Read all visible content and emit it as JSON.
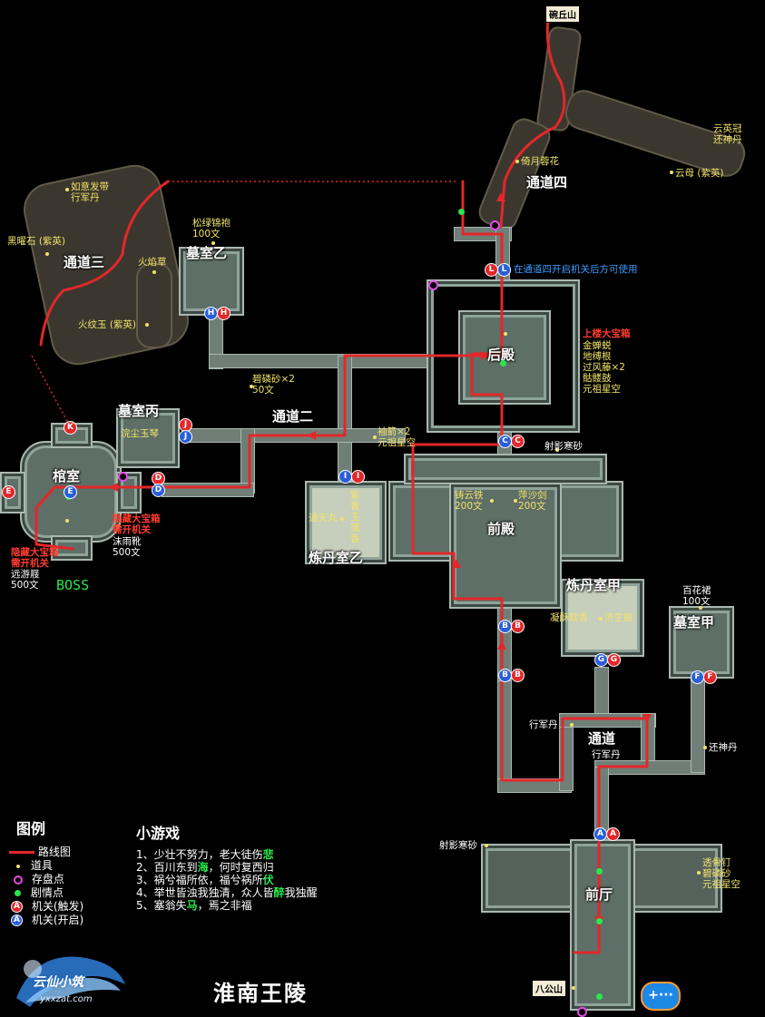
{
  "map": {
    "title": "淮南王陵",
    "logo_text": "云仙小筑",
    "logo_url_text": "yxxzat.com",
    "colors": {
      "route": "#e3272a",
      "item": "#f2e36a",
      "save": "#e44ae9",
      "plot": "#2ae84b",
      "trigger": "#e3272a",
      "open": "#2a5fd8"
    }
  },
  "places": {
    "wanqiu": "碗丘山",
    "bagong": "八公山"
  },
  "rooms": {
    "channel4": "通道四",
    "channel3": "通道三",
    "channel2": "通道二",
    "channel": "通道",
    "tomb_b": "墓室乙",
    "tomb_c": "墓室丙",
    "tomb_a": "墓室甲",
    "rear_hall": "后殿",
    "front_hall": "前殿",
    "coffin_room": "棺室",
    "alchemy_b": "炼丹室乙",
    "alchemy_a": "炼丹室甲",
    "front_court": "前厅",
    "boss": "BOSS"
  },
  "labels": {
    "yixiu": "倚月蓉花",
    "yunying": "云英冠\n还神丹",
    "yunmu": "云母 (紫英)",
    "ruyi": "如意发带\n行军丹",
    "heiyao": "黑曜石 (紫英)",
    "huoyan": "火焰草",
    "huowen": "火纹玉 (紫英)",
    "songlv": "松绿锦袍\n100文",
    "bilin": "碧磷砂×2\n50文",
    "xiujian": "袖箭×2\n元祖星空",
    "wanchen": "浣尘玉琴",
    "rear_box_title": "上楼大宝箱",
    "rear_box_items": "金蝉蜕\n地缚根\n过风藤×2\n骷髅鼓\n元祖星空",
    "sheying1": "射影寒砂",
    "zhuyun": "铸云铁\n200文",
    "pingsha": "萍沙剑\n200文",
    "tongtian": "通天丸",
    "zi_xiang": "紫\n香\n玉\n蒲\n香",
    "ningpo": "凝酥软香",
    "jisheng": "济生散",
    "baihua": "百花裙\n100文",
    "xingjun1": "行军丹",
    "xingjun2": "行军丹",
    "huanshen": "还神丹",
    "sheying2": "射影寒砂",
    "touguding": "透骨钉\n碧磷砂\n元祖星空",
    "hidden_box": "隐藏大宝箱\n需开机关",
    "hidden_box2": "隐藏大宝箱\n需开机关",
    "moyu": "沫雨靴\n500文",
    "yuanyou": "远游屐\n500文",
    "channel4_note": "在通道四开启机关后方可使用"
  },
  "legend": {
    "title": "图例",
    "route": "路线图",
    "item": "道具",
    "save": "存盘点",
    "plot": "剧情点",
    "trigger": "机关(触发)",
    "open": "机关(开启)",
    "marker_letter": "A"
  },
  "minigame": {
    "title": "小游戏",
    "lines": [
      {
        "pre": "1、少壮不努力，老大徒伤",
        "key": "悲",
        "post": ""
      },
      {
        "pre": "2、百川东到",
        "key": "海",
        "post": "，何时复西归"
      },
      {
        "pre": "3、祸兮福所依，福兮祸所",
        "key": "伏",
        "post": ""
      },
      {
        "pre": "4、举世皆浊我独清，众人皆",
        "key": "醉",
        "post": "我独醒"
      },
      {
        "pre": "5、塞翁失",
        "key": "马",
        "post": "，焉之非福"
      }
    ]
  },
  "markers": {
    "L": "L",
    "H": "H",
    "J": "J",
    "K": "K",
    "D": "D",
    "E": "E",
    "C": "C",
    "I": "I",
    "B": "B",
    "G": "G",
    "F": "F",
    "A": "A"
  }
}
